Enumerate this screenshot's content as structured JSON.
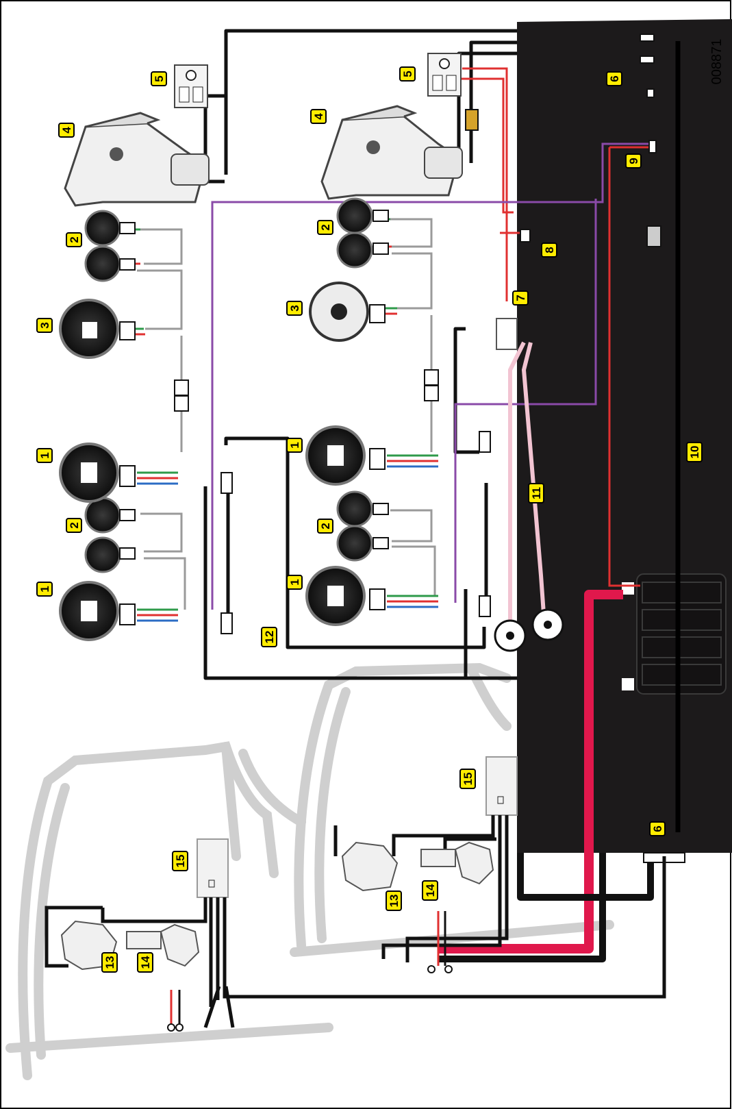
{
  "drawing_id": "008871",
  "colors": {
    "harness": "#111111",
    "panel": "#1c1a1b",
    "power": "#e0184c",
    "power_thin": "#e03030",
    "data_bus": "#8a4aa8",
    "pink_cable": "#f2c4d2",
    "green_wire": "#2e9a4a",
    "blue_wire": "#2b6cc4",
    "white_wire": "#d8d8d8",
    "outline_gray": "#cfcfcf",
    "callout_fill": "#ffec00"
  },
  "callouts": [
    {
      "id": "c1a",
      "label": "1"
    },
    {
      "id": "c1b",
      "label": "1"
    },
    {
      "id": "c1c",
      "label": "1"
    },
    {
      "id": "c1d",
      "label": "1"
    },
    {
      "id": "c2a",
      "label": "2"
    },
    {
      "id": "c2b",
      "label": "2"
    },
    {
      "id": "c2c",
      "label": "2"
    },
    {
      "id": "c2d",
      "label": "2"
    },
    {
      "id": "c3a",
      "label": "3"
    },
    {
      "id": "c3b",
      "label": "3"
    },
    {
      "id": "c4a",
      "label": "4"
    },
    {
      "id": "c4b",
      "label": "4"
    },
    {
      "id": "c5a",
      "label": "5"
    },
    {
      "id": "c5b",
      "label": "5"
    },
    {
      "id": "c6a",
      "label": "6"
    },
    {
      "id": "c6b",
      "label": "6"
    },
    {
      "id": "c7",
      "label": "7"
    },
    {
      "id": "c8",
      "label": "8"
    },
    {
      "id": "c9",
      "label": "9"
    },
    {
      "id": "c10",
      "label": "10"
    },
    {
      "id": "c11",
      "label": "11"
    },
    {
      "id": "c12",
      "label": "12"
    },
    {
      "id": "c13a",
      "label": "13"
    },
    {
      "id": "c13b",
      "label": "13"
    },
    {
      "id": "c14a",
      "label": "14"
    },
    {
      "id": "c14b",
      "label": "14"
    },
    {
      "id": "c15a",
      "label": "15"
    },
    {
      "id": "c15b",
      "label": "15"
    }
  ]
}
